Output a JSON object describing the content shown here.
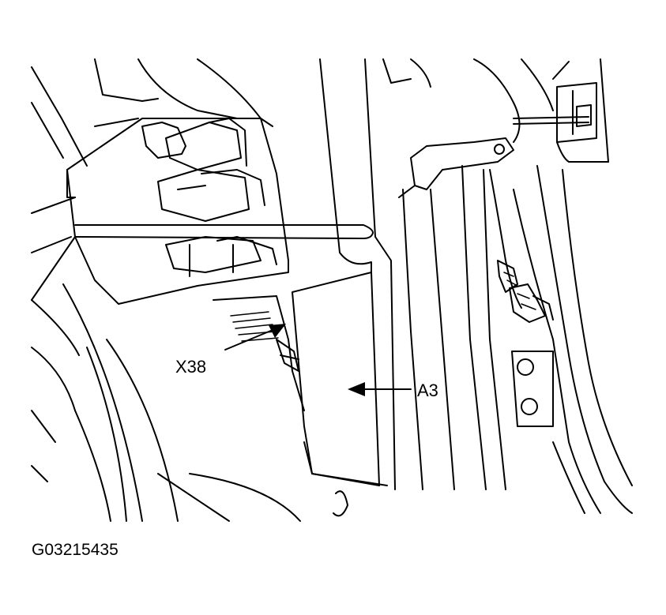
{
  "labels": {
    "x38": "X38",
    "a3": "A3"
  },
  "figure_code": "G03215435"
}
